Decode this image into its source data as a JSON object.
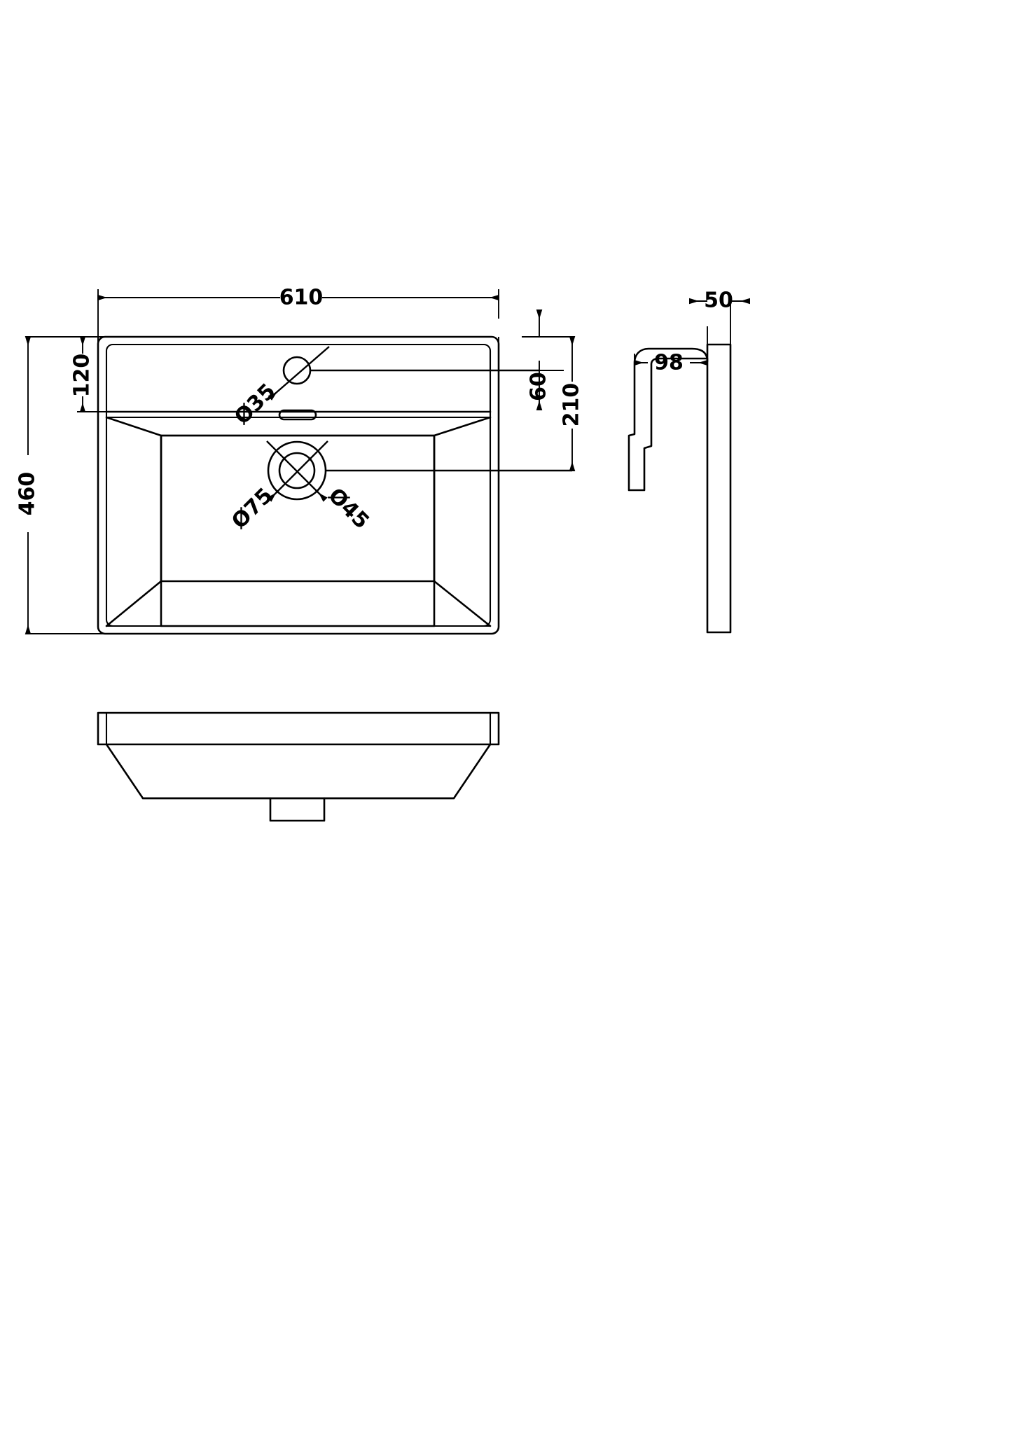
{
  "document": {
    "kind": "technical-drawing",
    "subject": "Rectangular inset basin / washbasin",
    "units": "mm",
    "line_color": "#000000",
    "background_color": "#ffffff"
  },
  "views": [
    {
      "id": "top-view",
      "name": "Top View",
      "label": ""
    },
    {
      "id": "side-view",
      "name": "Side View",
      "label": ""
    },
    {
      "id": "front-view",
      "name": "Front View",
      "label": ""
    }
  ],
  "dimensions": {
    "top_view": [
      {
        "name": "overall-width",
        "value": "610",
        "orientation": "horizontal",
        "rotation": 0
      },
      {
        "name": "overall-depth",
        "value": "460",
        "orientation": "vertical",
        "rotation": -90
      },
      {
        "name": "rim-to-bowl-edge",
        "value": "120",
        "orientation": "vertical",
        "rotation": -90
      },
      {
        "name": "rear-rim-to-tap-hole",
        "value": "60",
        "orientation": "vertical",
        "rotation": -90
      },
      {
        "name": "rear-rim-to-waste",
        "value": "210",
        "orientation": "vertical",
        "rotation": -90
      }
    ],
    "side_view": [
      {
        "name": "rim-thickness",
        "value": "50",
        "orientation": "horizontal",
        "rotation": 0
      },
      {
        "name": "overall-depth-side",
        "value": "98",
        "orientation": "horizontal",
        "rotation": 0
      }
    ],
    "holes": [
      {
        "name": "tap-hole",
        "value": "Ø35",
        "rotation": -45,
        "diameter_mm": 35
      },
      {
        "name": "waste-hole-outer",
        "value": "Ø75",
        "rotation": -45,
        "diameter_mm": 75
      },
      {
        "name": "waste-hole-inner",
        "value": "Ø45",
        "rotation": 45,
        "diameter_mm": 45
      }
    ]
  },
  "features": [
    {
      "name": "tap-hole",
      "description": "Single tap hole, diameter 35 mm"
    },
    {
      "name": "overflow-slot",
      "description": "Rounded slot overflow on rear shelf"
    },
    {
      "name": "waste-hole",
      "description": "Concentric waste outlet, 75 mm outer / 45 mm inner"
    }
  ],
  "labels": {
    "w610": "610",
    "d460": "460",
    "h120": "120",
    "h60": "60",
    "h210": "210",
    "t50": "50",
    "d98": "98",
    "dia35": "Ø35",
    "dia75": "Ø75",
    "dia45": "Ø45"
  }
}
